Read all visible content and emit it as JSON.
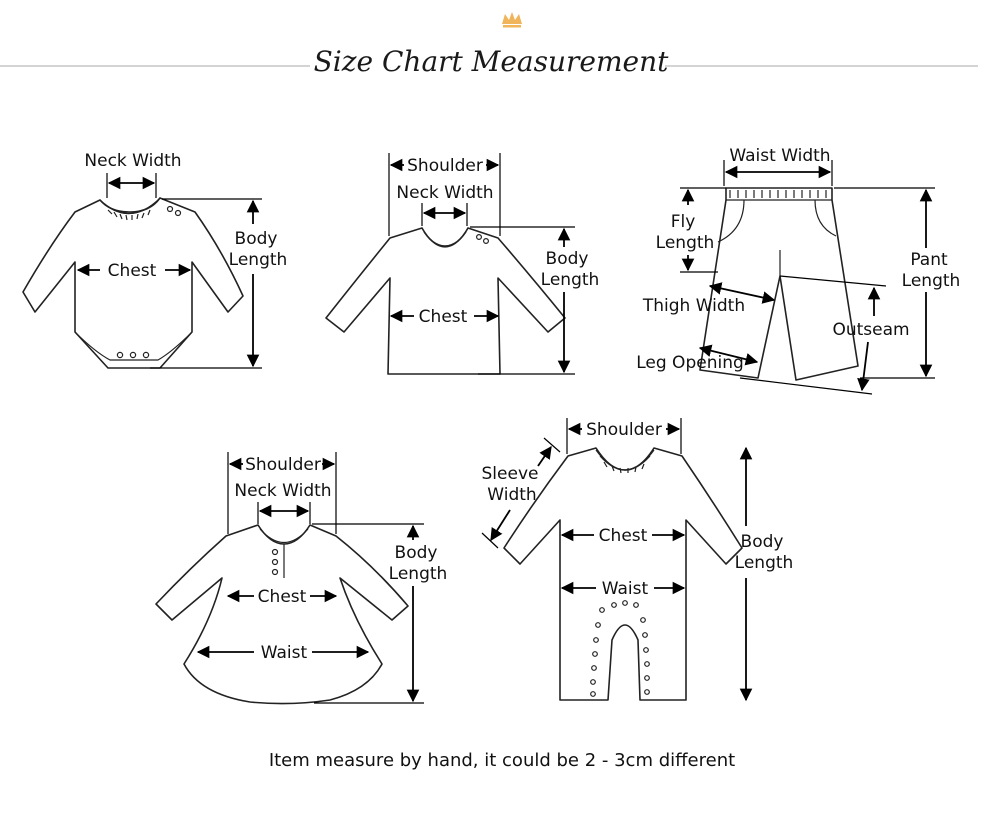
{
  "header": {
    "title": "Size Chart Measurement",
    "logo_icon": "crown-icon",
    "accent_color": "#f0b45a",
    "rule_color": "#bbbbbb"
  },
  "diagrams": {
    "bodysuit": {
      "neck_width": "Neck Width",
      "chest": "Chest",
      "body_length_line1": "Body",
      "body_length_line2": "Length"
    },
    "sweater": {
      "shoulder": "Shoulder",
      "neck_width": "Neck Width",
      "chest": "Chest",
      "body_length_line1": "Body",
      "body_length_line2": "Length"
    },
    "pants": {
      "waist_width": "Waist Width",
      "fly_length_line1": "Fly",
      "fly_length_line2": "Length",
      "pant_length_line1": "Pant",
      "pant_length_line2": "Length",
      "thigh_width": "Thigh Width",
      "outseam": "Outseam",
      "leg_opening": "Leg Opening"
    },
    "dress": {
      "shoulder": "Shoulder",
      "neck_width": "Neck Width",
      "chest": "Chest",
      "waist": "Waist",
      "body_length_line1": "Body",
      "body_length_line2": "Length"
    },
    "romper": {
      "shoulder": "Shoulder",
      "sleeve_width_line1": "Sleeve",
      "sleeve_width_line2": "Width",
      "chest": "Chest",
      "waist": "Waist",
      "body_length_line1": "Body",
      "body_length_line2": "Length"
    }
  },
  "footer": {
    "note": "Item measure by hand, it could be 2 - 3cm different"
  }
}
